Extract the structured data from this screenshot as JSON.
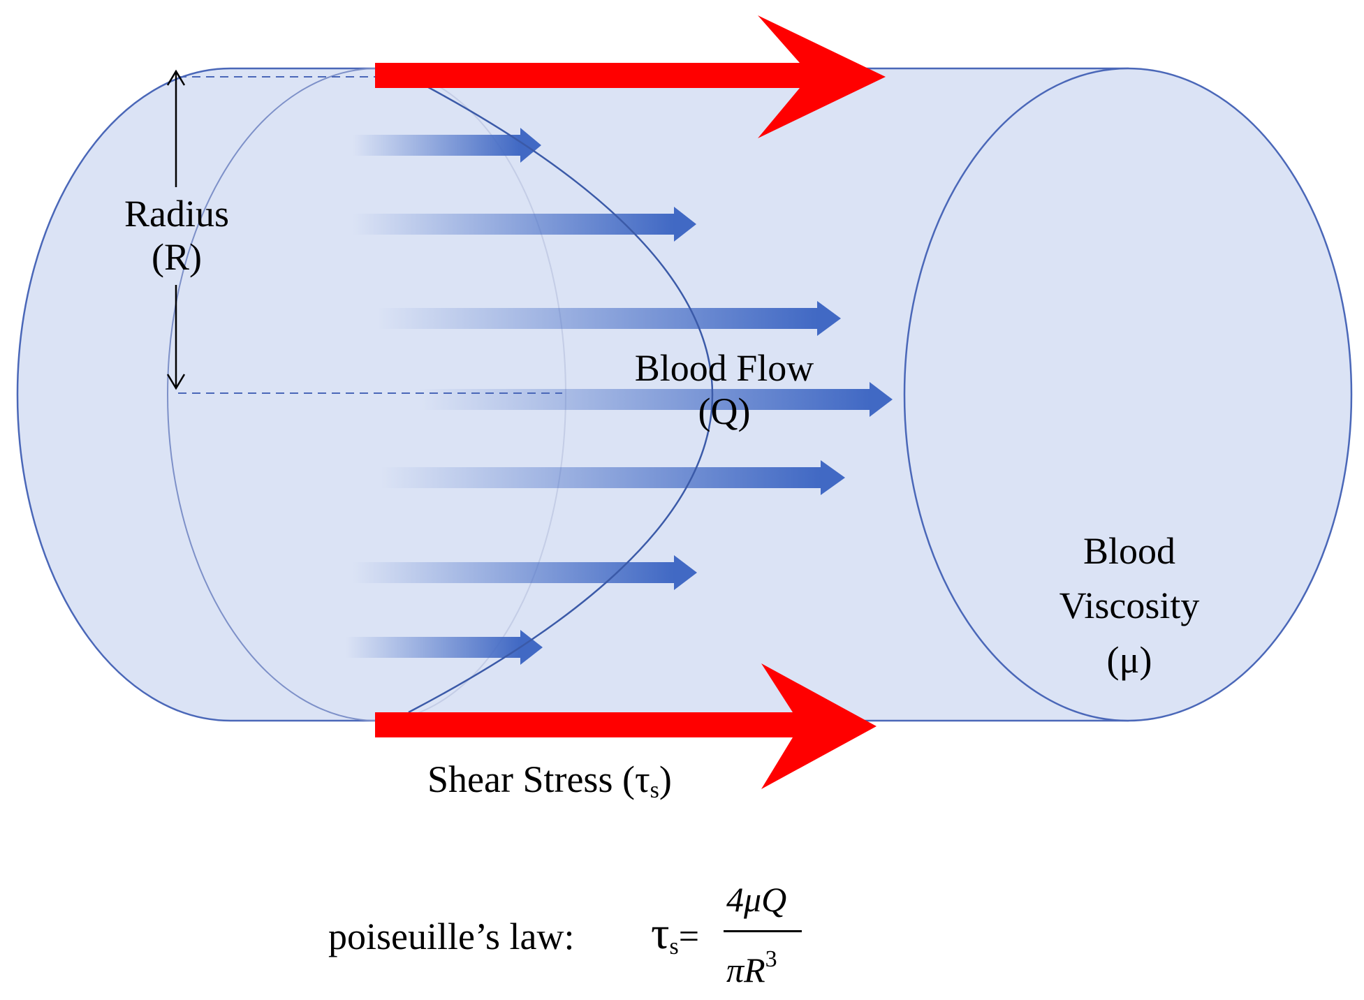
{
  "colors": {
    "vessel_fill": "#dbe3f5",
    "vessel_stroke": "#4a67b8",
    "profile_stroke": "#3b5aa8",
    "velocity_arrow": "#4169c4",
    "shear_arrow": "#ff0000",
    "text": "#000000"
  },
  "labels": {
    "radius_line1": "Radius",
    "radius_line2": "(R)",
    "flow_line1": "Blood Flow",
    "flow_line2": "(Q)",
    "viscosity_line1": "Blood",
    "viscosity_line2": "Viscosity",
    "viscosity_line3": "(μ)",
    "shear_label": "Shear Stress (τ",
    "shear_sub": "s",
    "shear_close": ")"
  },
  "formula": {
    "prefix": "poiseuille’s law:",
    "lhs_symbol": "τ",
    "lhs_sub": "s",
    "equals": "=",
    "num_coef": "4",
    "num_mu": "μ",
    "num_q": "Q",
    "den_pi": "π",
    "den_r": "R",
    "den_exp": "3"
  }
}
